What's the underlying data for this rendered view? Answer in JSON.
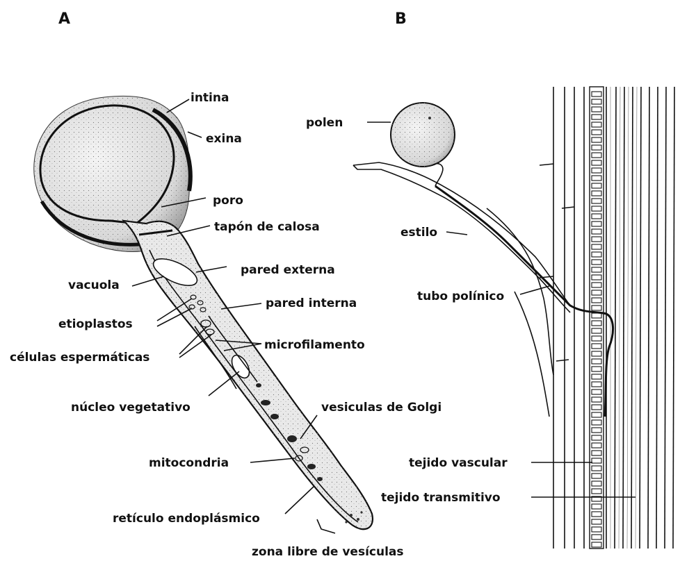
{
  "panels": {
    "a": "A",
    "b": "B"
  },
  "labels_a": {
    "intina": "intina",
    "exina": "exina",
    "poro": "poro",
    "tapon": "tapón de calosa",
    "pared_externa": "pared externa",
    "vacuola": "vacuola",
    "pared_interna": "pared interna",
    "etioplastos": "etioplastos",
    "celulas": "células espermáticas",
    "microfilamento": "microfilamento",
    "nucleo": "núcleo vegetativo",
    "vesiculas": "vesiculas de Golgi",
    "mitocondria": "mitocondria",
    "reticulo": "retículo endoplásmico",
    "zona": "zona libre de vesículas"
  },
  "labels_b": {
    "polen": "polen",
    "estilo": "estilo",
    "tubo": "tubo polínico",
    "tejido_vascular": "tejido vascular",
    "tejido_transmitivo": "tejido transmitivo"
  }
}
